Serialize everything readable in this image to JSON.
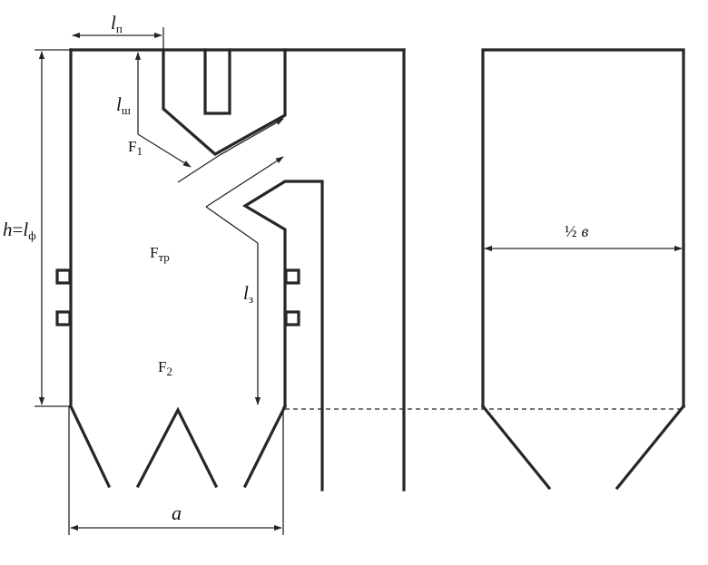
{
  "labels": {
    "l_p": {
      "main": "l",
      "sub": "п"
    },
    "l_sh": {
      "main": "l",
      "sub": "ш"
    },
    "F1": {
      "main": "F",
      "sub": "1"
    },
    "F_tr": {
      "main": "F",
      "sub": "тр"
    },
    "F2": {
      "main": "F",
      "sub": "2"
    },
    "l_z": {
      "main": "l",
      "sub": "з"
    },
    "h": {
      "main": "h",
      "eq": "=",
      "l": "l",
      "sub": "ф"
    },
    "a": {
      "main": "a"
    },
    "half_b": {
      "frac": "½",
      "var": "в"
    }
  },
  "colors": {
    "line": "#262626",
    "text": "#111111",
    "background": "#ffffff"
  }
}
